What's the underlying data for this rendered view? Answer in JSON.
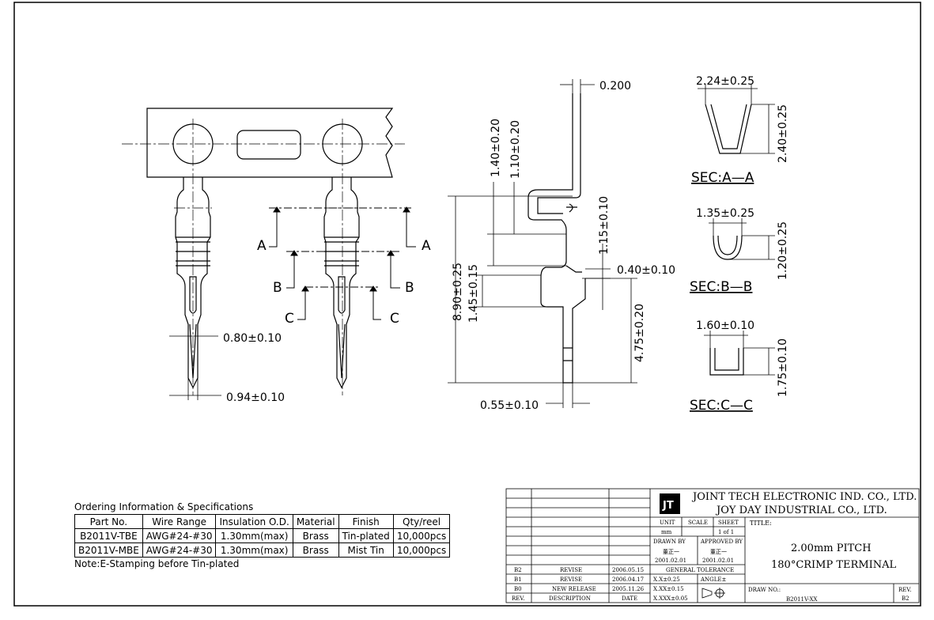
{
  "dimensions": {
    "thickness": "0.200",
    "d_1_40": "1.40±0.20",
    "d_1_10": "1.10±0.20",
    "d_1_15": "1.15±0.10",
    "d_0_40": "0.40±0.10",
    "d_8_90": "8.90±0.25",
    "d_1_45": "1.45±0.15",
    "d_4_75": "4.75±0.20",
    "d_0_55": "0.55±0.10",
    "d_0_80": "0.80±0.10",
    "d_0_94": "0.94±0.10",
    "sec_a_width": "2.24±0.25",
    "sec_a_height": "2.40±0.25",
    "sec_b_width": "1.35±0.25",
    "sec_b_height": "1.20±0.25",
    "sec_c_width": "1.60±0.10",
    "sec_c_height": "1.75±0.10"
  },
  "section_labels": {
    "a": "A",
    "b": "B",
    "c": "C",
    "sec_a": "SEC:A—A",
    "sec_b": "SEC:B—B",
    "sec_c": "SEC:C—C"
  },
  "ordering": {
    "title": "Ordering Information & Specifications",
    "headers": [
      "Part No.",
      "Wire Range",
      "Insulation O.D.",
      "Material",
      "Finish",
      "Qty/reel"
    ],
    "rows": [
      [
        "B2011V-TBE",
        "AWG#24-#30",
        "1.30mm(max)",
        "Brass",
        "Tin-plated",
        "10,000pcs"
      ],
      [
        "B2011V-MBE",
        "AWG#24-#30",
        "1.30mm(max)",
        "Brass",
        "Mist Tin",
        "10,000pcs"
      ]
    ],
    "note": "Note:E-Stamping before Tin-plated"
  },
  "title_block": {
    "company1": "JOINT TECH ELECTRONIC IND. CO., LTD.",
    "company2": "JOY DAY INDUSTRIAL CO., LTD.",
    "logo": "JT",
    "unit_label": "UNIT",
    "scale_label": "SCALE",
    "sheet_label": "SHEET",
    "unit_value": "mm",
    "sheet_value": "1 of 1",
    "drawn_by_label": "DRAWN BY",
    "approved_by_label": "APPROVED BY",
    "drawn_by_name": "董正一",
    "approved_by_name": "董正一",
    "drawn_date": "2001.02.01",
    "approved_date": "2001.02.01",
    "general_tolerance": "GENERAL TOLERANCE",
    "tol1": "X.X±0.25",
    "tol2": "X.XX±0.15",
    "tol3": "X.XXX±0.05",
    "angle": "ANGLE±",
    "title_label": "TITLE:",
    "title_line1": "2.00mm PITCH",
    "title_line2": "180°CRIMP TERMINAL",
    "drawno_label": "DRAW NO.:",
    "drawno_value": "B2011V-XX",
    "rev_label": "REV.",
    "rev_value": "B2",
    "revisions": [
      {
        "rev": "B2",
        "desc": "REVISE",
        "date": "2006.05.15"
      },
      {
        "rev": "B1",
        "desc": "REVISE",
        "date": "2006.04.17"
      },
      {
        "rev": "B0",
        "desc": "NEW RELEASE",
        "date": "2005.11.26"
      }
    ],
    "rev_header": {
      "rev": "REV.",
      "desc": "DESCRIPTION",
      "date": "DATE"
    }
  }
}
